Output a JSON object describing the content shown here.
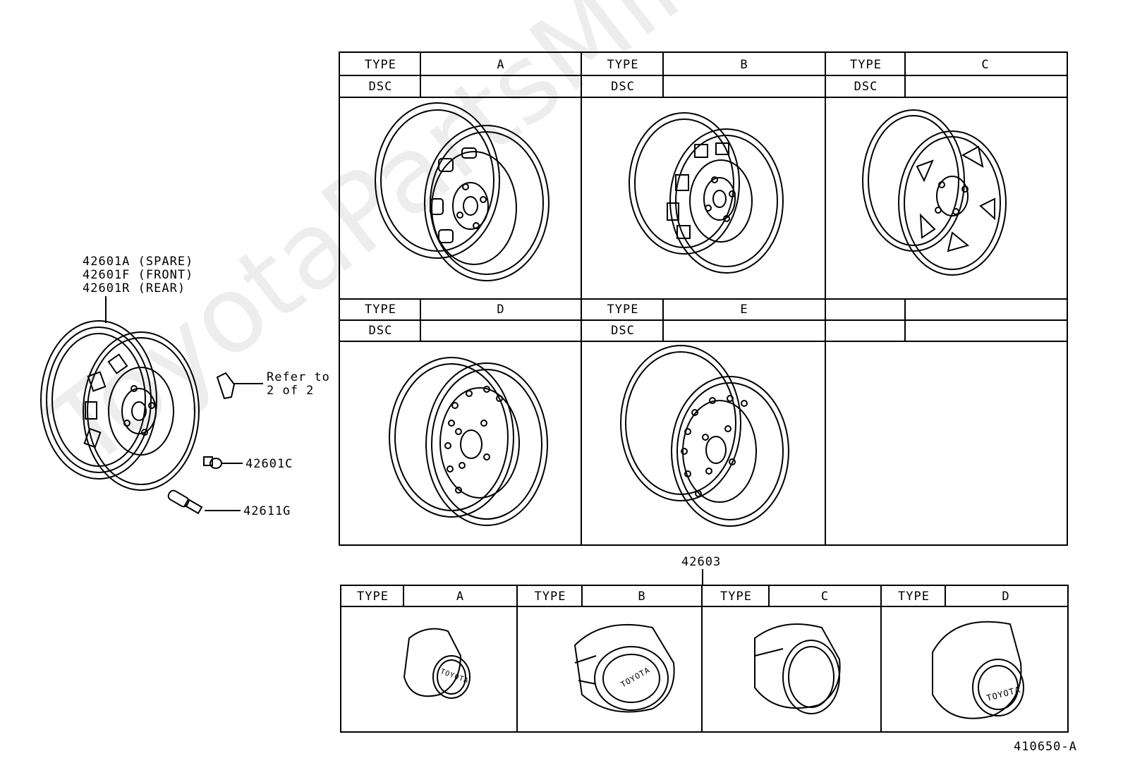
{
  "main_part": {
    "labels": [
      "42601A (SPARE)",
      "42601F (FRONT)",
      "42601R (REAR)"
    ]
  },
  "refer_note": [
    "Refer to",
    "2 of 2"
  ],
  "part_numbers": {
    "nut": "42601C",
    "valve": "42611G",
    "cap_group": "42603"
  },
  "wheel_table": {
    "type_label": "TYPE",
    "dsc_label": "DSC",
    "types": [
      "A",
      "B",
      "C",
      "D",
      "E"
    ]
  },
  "cap_table": {
    "type_label": "TYPE",
    "types": [
      "A",
      "B",
      "C",
      "D"
    ],
    "logo_text": "TOYOTA"
  },
  "watermark": "ToyotaPartsMikru",
  "figure_id": "410650-A"
}
